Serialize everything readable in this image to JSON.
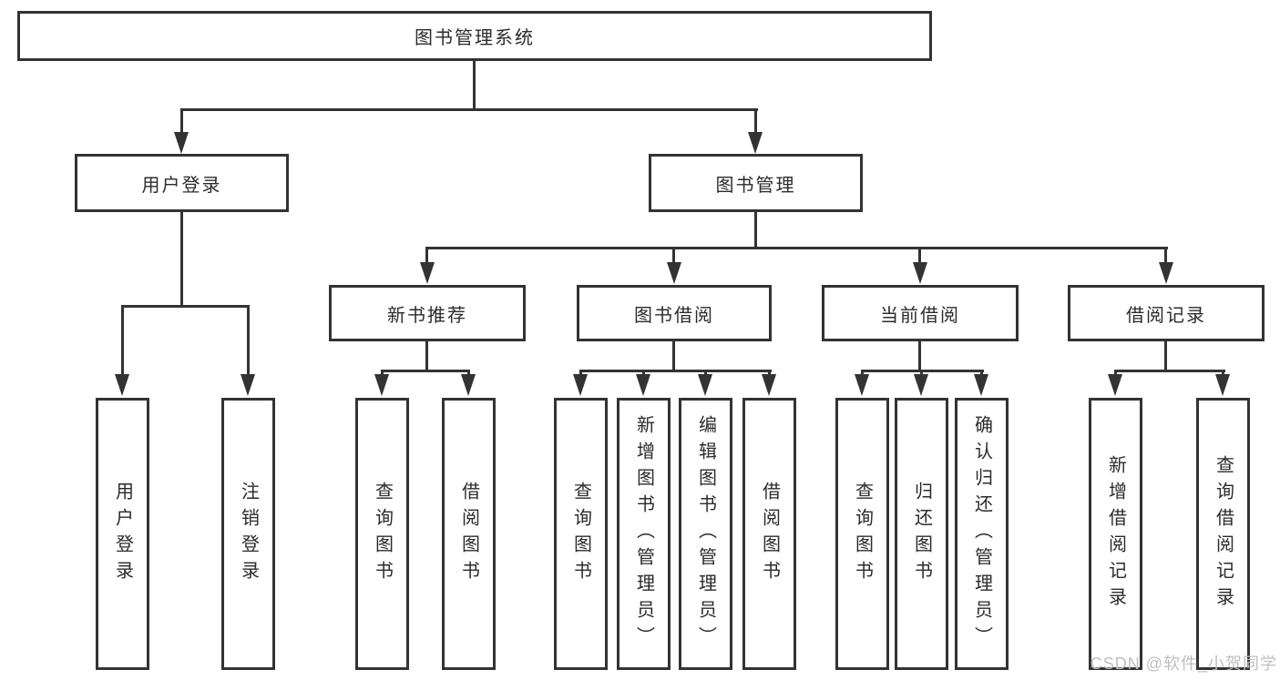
{
  "tree": {
    "root": {
      "label": "图书管理系统",
      "children": [
        {
          "label": "用户登录",
          "children": [
            {
              "label": "用户登录"
            },
            {
              "label": "注销登录"
            }
          ]
        },
        {
          "label": "图书管理",
          "children": [
            {
              "label": "新书推荐",
              "children": [
                {
                  "label": "查询图书"
                },
                {
                  "label": "借阅图书"
                }
              ]
            },
            {
              "label": "图书借阅",
              "children": [
                {
                  "label": "查询图书"
                },
                {
                  "label": "新增图书（管理员）"
                },
                {
                  "label": "编辑图书（管理员）"
                },
                {
                  "label": "借阅图书"
                }
              ]
            },
            {
              "label": "当前借阅",
              "children": [
                {
                  "label": "查询图书"
                },
                {
                  "label": "归还图书"
                },
                {
                  "label": "确认归还（管理员）"
                }
              ]
            },
            {
              "label": "借阅记录",
              "children": [
                {
                  "label": "新增借阅记录"
                },
                {
                  "label": "查询借阅记录"
                }
              ]
            }
          ]
        }
      ]
    }
  },
  "watermark": {
    "text": "CSDN @软件_小贺同学"
  },
  "colors": {
    "line": "#333333",
    "text": "#2b2b2b",
    "watermark": "#bfbfbf",
    "background": "#ffffff"
  }
}
